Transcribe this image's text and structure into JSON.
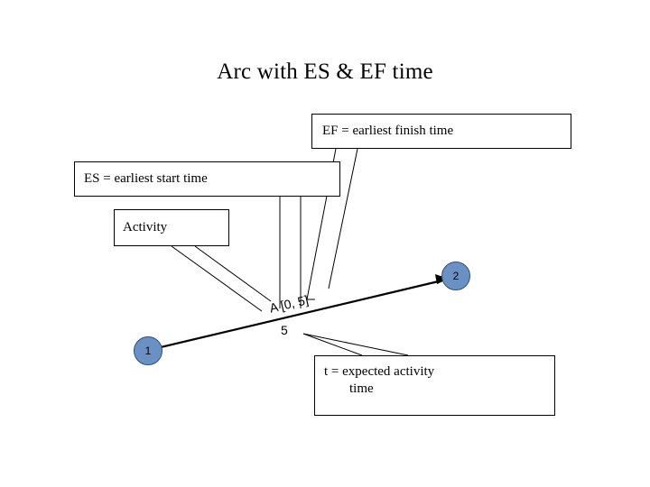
{
  "title": "Arc with ES & EF time",
  "callouts": {
    "ef": "EF = earliest finish time",
    "es": "ES = earliest start time",
    "activity": "Activity",
    "t_line1": "t = expected activity",
    "t_line2": "time"
  },
  "nodes": [
    {
      "label": "1"
    },
    {
      "label": "2"
    }
  ],
  "arc": {
    "name": "A [0, 5]",
    "duration": "5"
  },
  "colors": {
    "node_fill": "#6b91c4",
    "node_stroke": "#2f4f7a",
    "line": "#000000",
    "background": "#ffffff"
  }
}
